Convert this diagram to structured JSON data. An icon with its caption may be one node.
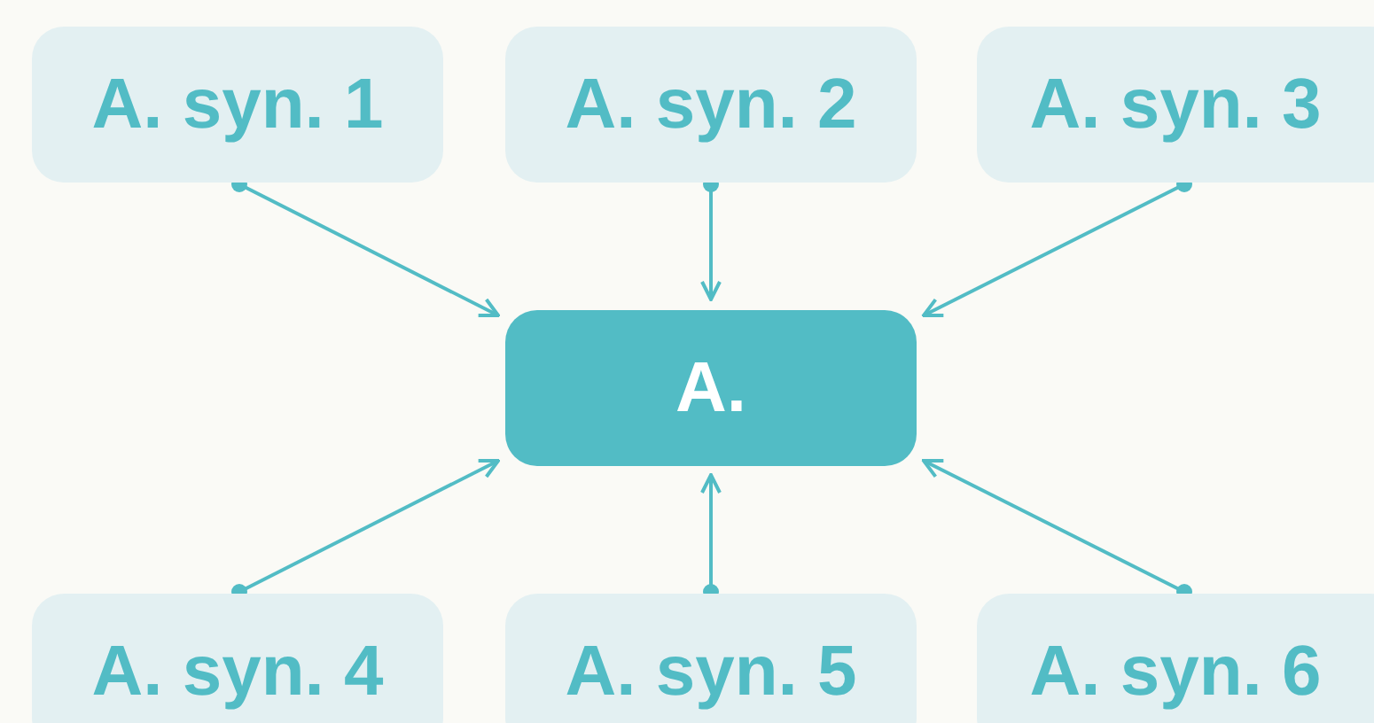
{
  "diagram": {
    "nodes": [
      {
        "text": [
          "A. syn. 1"
        ]
      },
      {
        "text": [
          "A. syn. 2"
        ]
      },
      {
        "text": [
          "A. syn. 3"
        ]
      },
      {
        "text": [
          "A."
        ]
      },
      {
        "text": [
          "A. syn. 4"
        ]
      },
      {
        "text": [
          "A. syn. 5"
        ]
      },
      {
        "text": [
          "A. syn. 6"
        ]
      }
    ],
    "edges": [
      {
        "from": 0,
        "to": 3,
        "arrow": "to"
      },
      {
        "from": 1,
        "to": 3,
        "arrow": "to"
      },
      {
        "from": 2,
        "to": 3,
        "arrow": "to"
      },
      {
        "from": 4,
        "to": 3,
        "arrow": "to"
      },
      {
        "from": 5,
        "to": 3,
        "arrow": "to"
      },
      {
        "from": 6,
        "to": 3,
        "arrow": "to"
      }
    ]
  }
}
